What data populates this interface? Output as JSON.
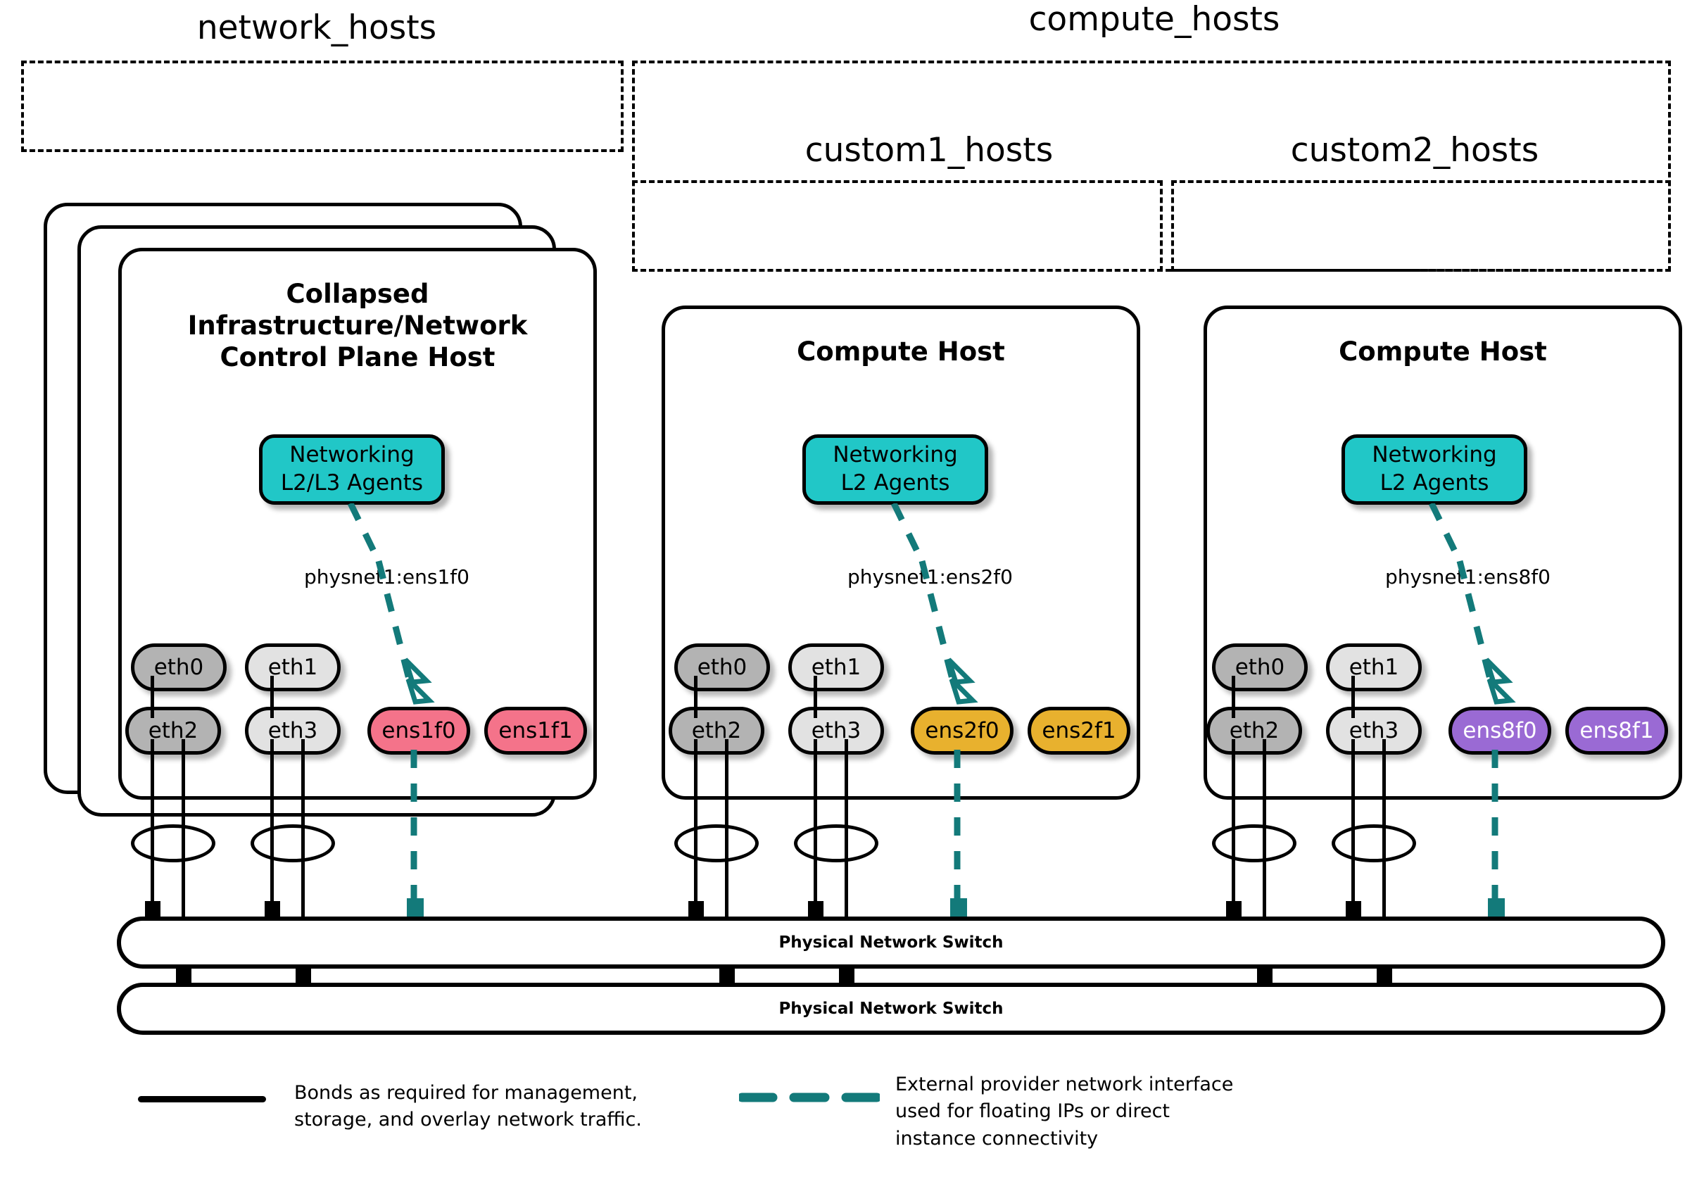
{
  "diagram": {
    "title": "OpenStack network host topology",
    "groups": [
      {
        "id": "network_hosts",
        "label": "network_hosts"
      },
      {
        "id": "compute_hosts",
        "label": "compute_hosts"
      },
      {
        "id": "custom1_hosts",
        "label": "custom1_hosts"
      },
      {
        "id": "custom2_hosts",
        "label": "custom2_hosts"
      }
    ],
    "hosts": [
      {
        "id": "control-host",
        "title": "Collapsed\nInfrastructure/Network\nControl Plane Host",
        "title_lines": [
          "Collapsed",
          "Infrastructure/Network",
          "Control Plane Host"
        ],
        "stacked": true,
        "agent": {
          "label_lines": [
            "Networking",
            "L2/L3 Agents"
          ],
          "color": "#21c7c7"
        },
        "physnet": "physnet1:ens1f0",
        "nics": [
          {
            "name": "eth0",
            "color": "#b3b3b3",
            "text_color": "#000000"
          },
          {
            "name": "eth1",
            "color": "#e2e2e2",
            "text_color": "#000000"
          },
          {
            "name": "eth2",
            "color": "#b3b3b3",
            "text_color": "#000000"
          },
          {
            "name": "eth3",
            "color": "#e2e2e2",
            "text_color": "#000000"
          },
          {
            "name": "ens1f0",
            "color": "#f4738a",
            "text_color": "#000000"
          },
          {
            "name": "ens1f1",
            "color": "#f4738a",
            "text_color": "#000000"
          }
        ]
      },
      {
        "id": "compute-host-1",
        "title": "Compute Host",
        "title_lines": [
          "Compute Host"
        ],
        "stacked": false,
        "agent": {
          "label_lines": [
            "Networking",
            "L2 Agents"
          ],
          "color": "#21c7c7"
        },
        "physnet": "physnet1:ens2f0",
        "nics": [
          {
            "name": "eth0",
            "color": "#b3b3b3",
            "text_color": "#000000"
          },
          {
            "name": "eth1",
            "color": "#e2e2e2",
            "text_color": "#000000"
          },
          {
            "name": "eth2",
            "color": "#b3b3b3",
            "text_color": "#000000"
          },
          {
            "name": "eth3",
            "color": "#e2e2e2",
            "text_color": "#000000"
          },
          {
            "name": "ens2f0",
            "color": "#e8b12e",
            "text_color": "#000000"
          },
          {
            "name": "ens2f1",
            "color": "#e8b12e",
            "text_color": "#000000"
          }
        ]
      },
      {
        "id": "compute-host-2",
        "title": "Compute Host",
        "title_lines": [
          "Compute Host"
        ],
        "stacked": false,
        "agent": {
          "label_lines": [
            "Networking",
            "L2 Agents"
          ],
          "color": "#21c7c7"
        },
        "physnet": "physnet1:ens8f0",
        "nics": [
          {
            "name": "eth0",
            "color": "#b3b3b3",
            "text_color": "#000000"
          },
          {
            "name": "eth1",
            "color": "#e2e2e2",
            "text_color": "#000000"
          },
          {
            "name": "eth2",
            "color": "#b3b3b3",
            "text_color": "#000000"
          },
          {
            "name": "eth3",
            "color": "#e2e2e2",
            "text_color": "#000000"
          },
          {
            "name": "ens8f0",
            "color": "#9a6ad4",
            "text_color": "#ffffff"
          },
          {
            "name": "ens8f1",
            "color": "#9a6ad4",
            "text_color": "#ffffff"
          }
        ]
      }
    ],
    "switches": [
      {
        "id": "switch-top",
        "label": "Physical Network Switch"
      },
      {
        "id": "switch-bottom",
        "label": "Physical Network Switch"
      }
    ],
    "legend": [
      {
        "id": "legend-bond",
        "style": "solid",
        "color": "#000000",
        "text": "Bonds as required for management,\nstorage, and overlay network traffic."
      },
      {
        "id": "legend-provider",
        "style": "dashed",
        "color": "#137a7a",
        "text": "External provider network interface\nused for floating IPs or direct\ninstance connectivity"
      }
    ],
    "colors": {
      "teal_accent": "#21c7c7",
      "teal_line": "#137a7a",
      "nic_gray_dark": "#b3b3b3",
      "nic_gray_light": "#e2e2e2",
      "nic_pink": "#f4738a",
      "nic_amber": "#e8b12e",
      "nic_purple": "#9a6ad4",
      "stroke": "#000000",
      "background": "#ffffff"
    }
  }
}
